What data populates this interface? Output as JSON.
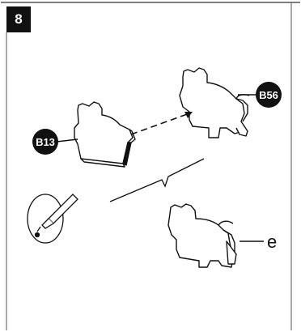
{
  "step": {
    "number": "8"
  },
  "labels": {
    "part_b13": "B13",
    "part_b56": "B56",
    "sub_e": "e"
  },
  "colors": {
    "ink": "#111111",
    "badge": "#111111",
    "badge_text": "#ffffff",
    "frame": "#555555"
  },
  "icons": {
    "glue_bottle": "glue-bottle-icon"
  }
}
